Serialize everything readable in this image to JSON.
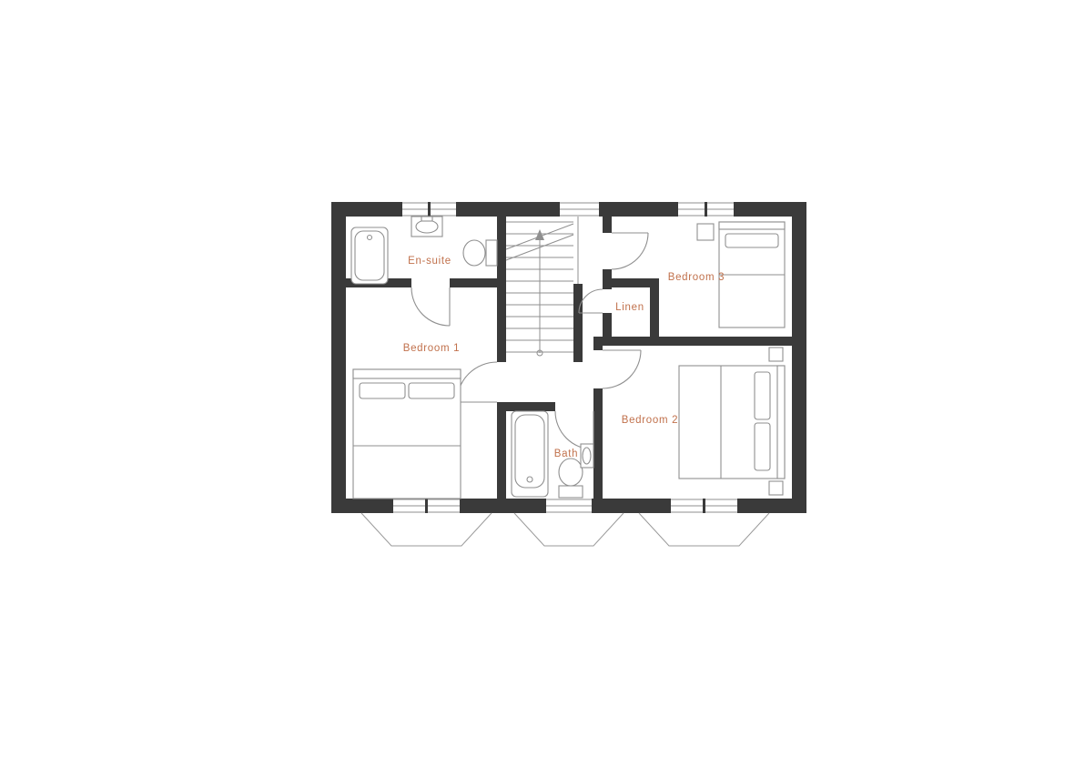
{
  "colors": {
    "background": "#ffffff",
    "wall": "#3a3a3a",
    "fixture_line": "#8f8f8f",
    "label_text": "#c1714c"
  },
  "rooms": [
    {
      "name": "ensuite",
      "label": "En-suite"
    },
    {
      "name": "bedroom-1",
      "label": "Bedroom 1"
    },
    {
      "name": "bedroom-3",
      "label": "Bedroom 3"
    },
    {
      "name": "linen",
      "label": "Linen"
    },
    {
      "name": "bedroom-2",
      "label": "Bedroom 2"
    },
    {
      "name": "bath",
      "label": "Bath"
    }
  ],
  "fixtures": [
    "bathtub-icon",
    "washbasin-icon",
    "toilet-icon",
    "staircase-up-icon",
    "double-bed-icon",
    "single-bed-icon",
    "window-icon",
    "bay-window-icon",
    "door-swing-icon",
    "linen-closet"
  ]
}
